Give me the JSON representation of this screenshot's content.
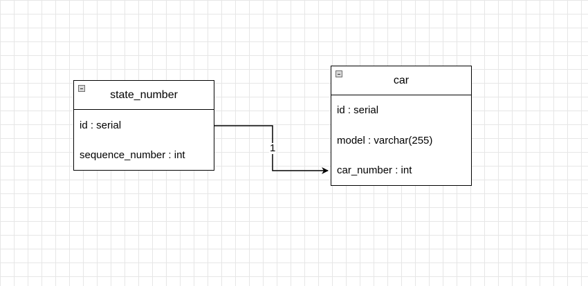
{
  "diagram": {
    "entities": [
      {
        "id": "state_number",
        "title": "state_number",
        "attributes": [
          "id : serial",
          "sequence_number : int"
        ]
      },
      {
        "id": "car",
        "title": "car",
        "attributes": [
          "id : serial",
          "model : varchar(255)",
          "car_number : int"
        ]
      }
    ],
    "relations": [
      {
        "from": "state_number",
        "to": "car",
        "label": "1"
      }
    ]
  },
  "colors": {
    "grid": "#e6e6e6",
    "line": "#000000",
    "background": "#ffffff"
  }
}
